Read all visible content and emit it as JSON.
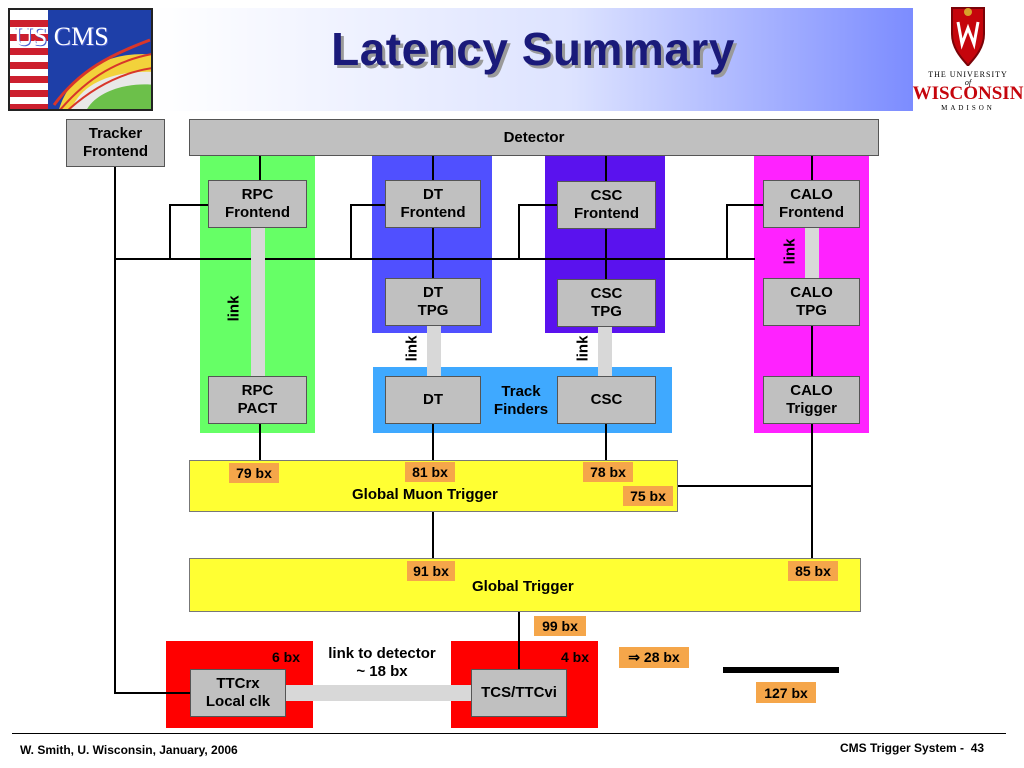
{
  "header": {
    "title": "Latency Summary",
    "left_logo_text": "US CMS",
    "right_logo": {
      "line1": "THE UNIVERSITY",
      "line2": "of",
      "name": "WISCONSIN",
      "line3": "MADISON"
    }
  },
  "nodes": {
    "tracker_frontend": "Tracker\nFrontend",
    "detector": "Detector",
    "rpc_frontend": "RPC\nFrontend",
    "dt_frontend": "DT\nFrontend",
    "csc_frontend": "CSC\nFrontend",
    "calo_frontend": "CALO\nFrontend",
    "dt_tpg": "DT\nTPG",
    "csc_tpg": "CSC\nTPG",
    "calo_tpg": "CALO\nTPG",
    "rpc_pact": "RPC\nPACT",
    "dt_tf": "DT",
    "csc_tf": "CSC",
    "calo_trigger": "CALO\nTrigger",
    "ttcrx": "TTCrx\nLocal clk",
    "tcs_ttcvi": "TCS/TTCvi"
  },
  "labels": {
    "link": "link",
    "track_finders": "Track\nFinders",
    "global_muon_trigger": "Global Muon Trigger",
    "global_trigger": "Global Trigger",
    "link_to_detector": "link to detector\n~ 18 bx"
  },
  "latencies": {
    "rpc": "79 bx",
    "dt": "81 bx",
    "csc": "78 bx",
    "gmt_out": "75 bx",
    "gmt_to_gt": "91 bx",
    "calo_to_gt": "85 bx",
    "gt_out": "99 bx",
    "ttcrx": "6 bx",
    "tcs": "4 bx",
    "extra": "⇒ 28 bx",
    "total": "127 bx"
  },
  "colors": {
    "rpc_region": "#66ff66",
    "dt_region": "#5050ff",
    "csc_region": "#5a12ee",
    "calo_region": "#ff22ff",
    "track_finder_region": "#3fa9ff",
    "trigger_bar": "#ffff33",
    "latency_tag": "#f5a64a",
    "timing_region": "#ff0000"
  },
  "footer": {
    "left": "W. Smith, U. Wisconsin, January, 2006",
    "right": "CMS Trigger System -  43"
  }
}
